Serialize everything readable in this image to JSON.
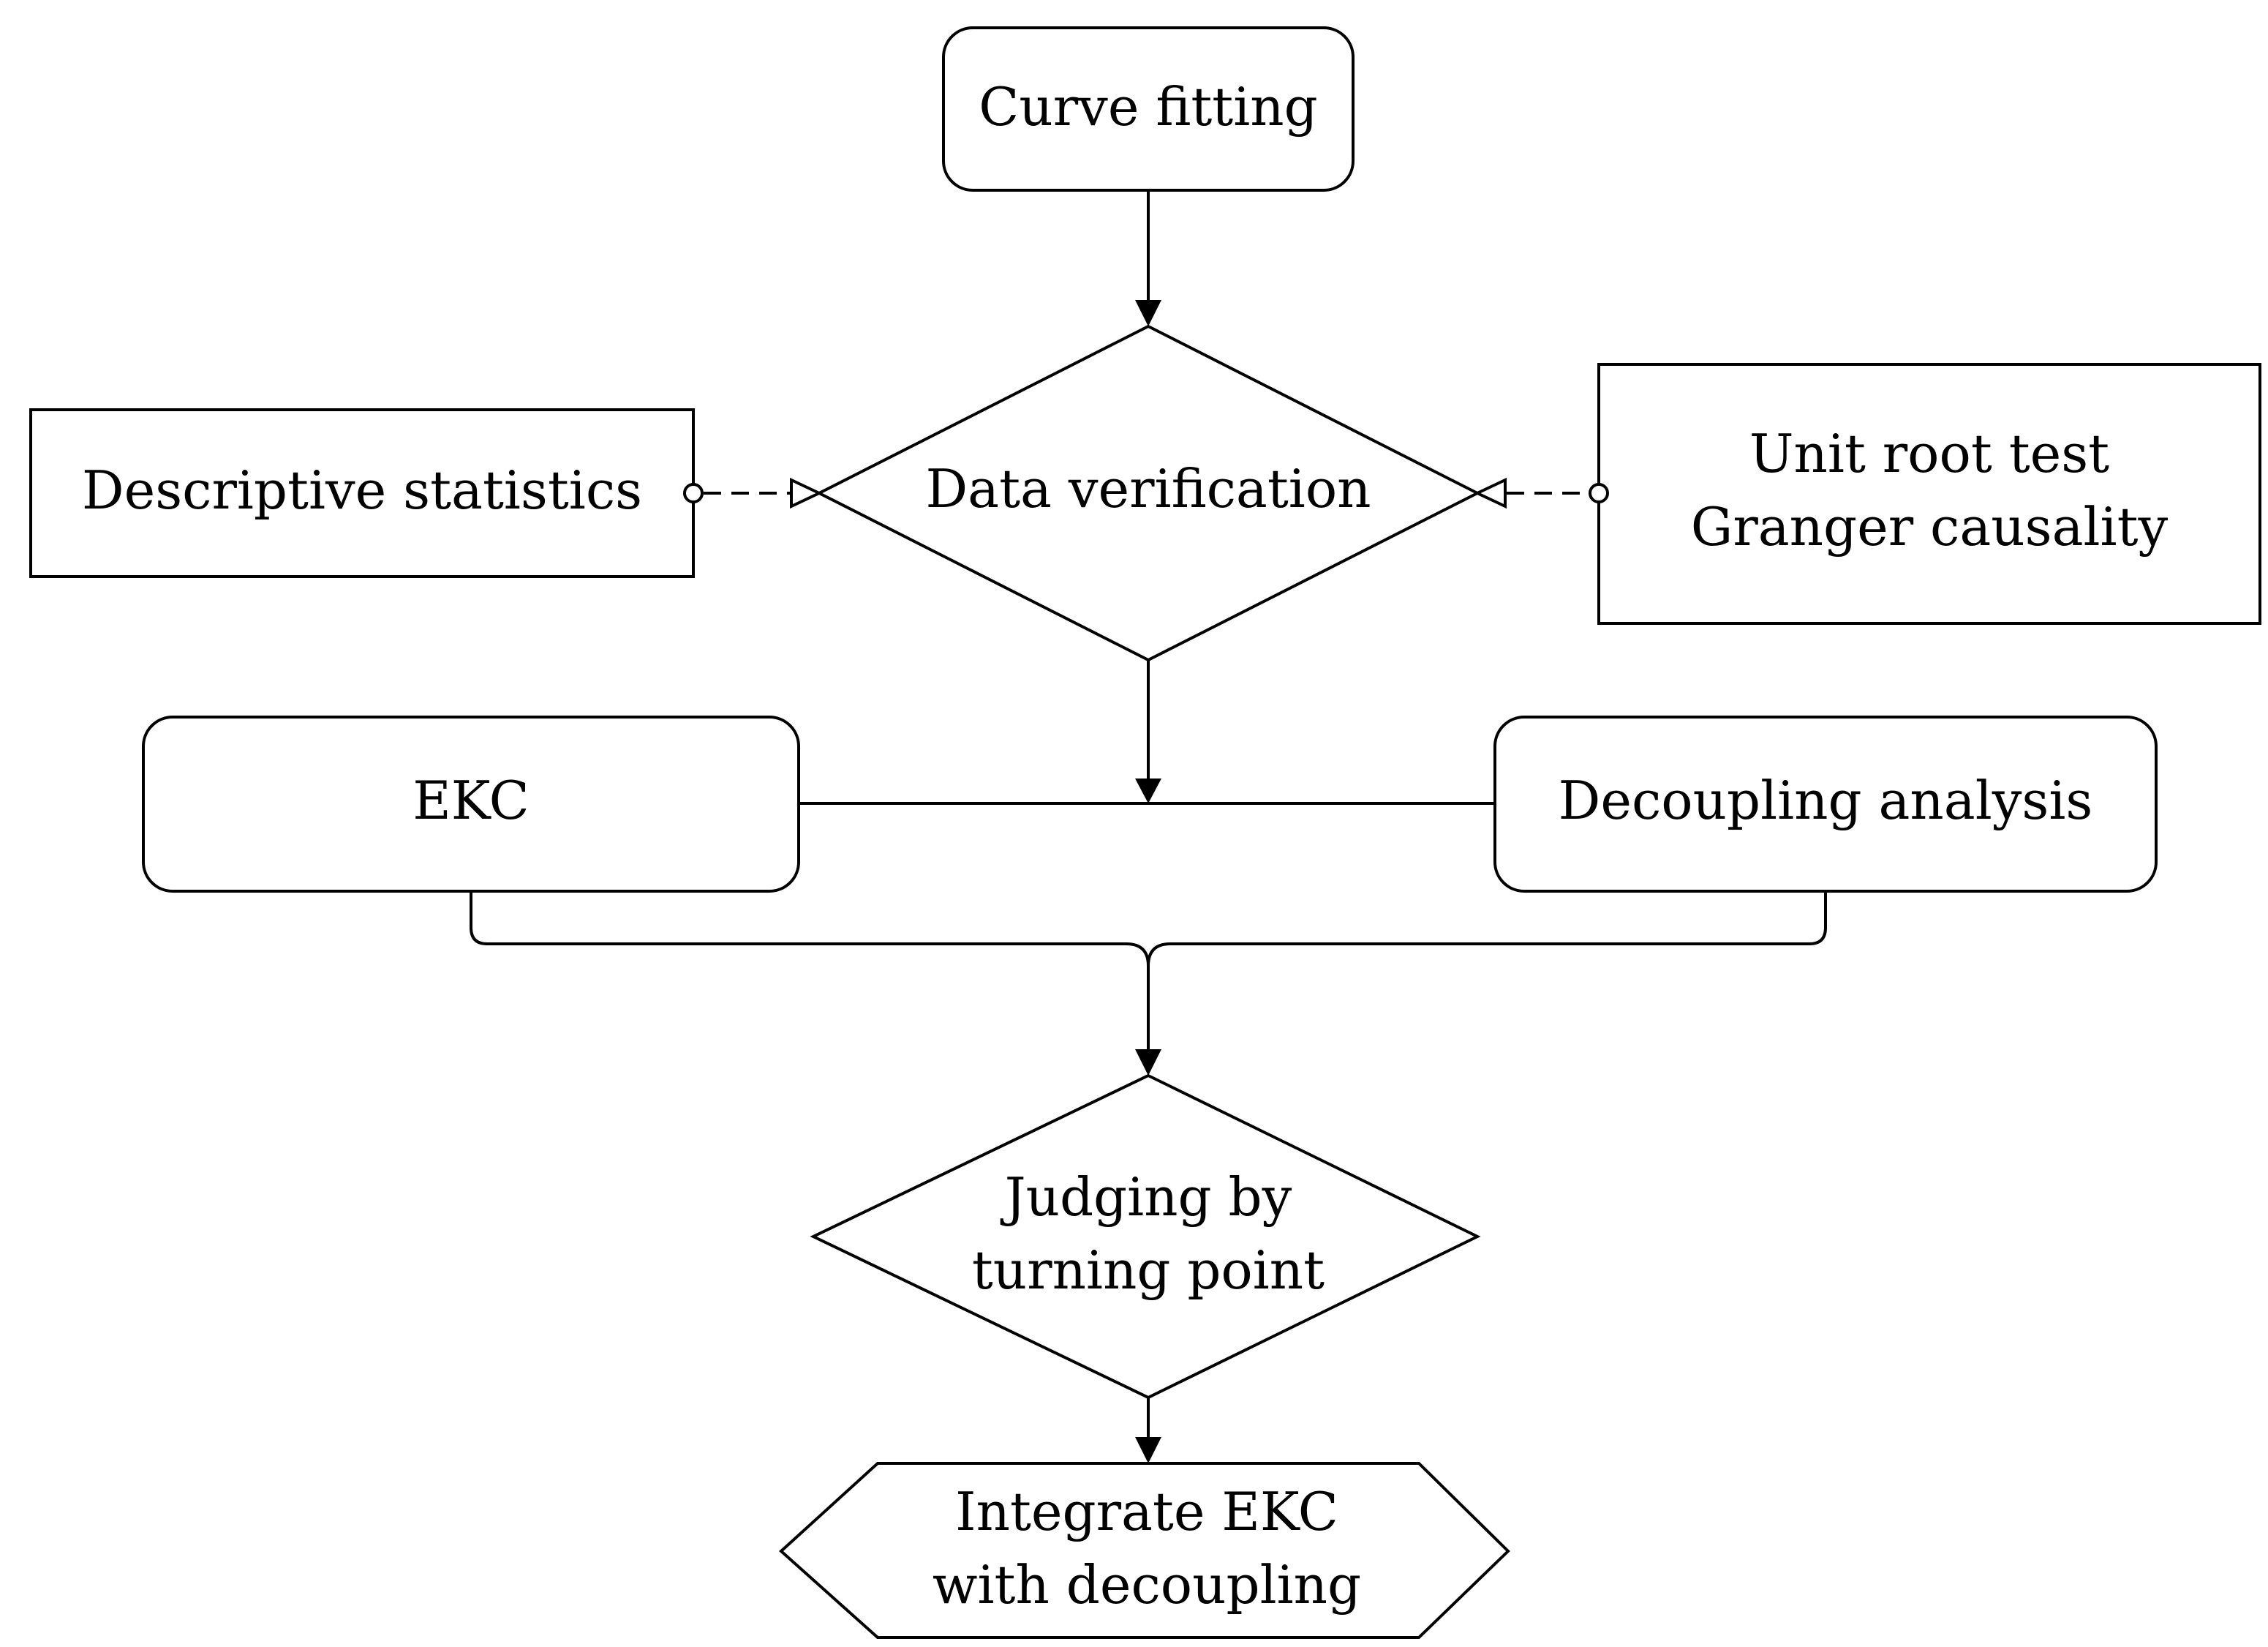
{
  "nodes": {
    "curve_fitting": "Curve fitting",
    "data_verification": "Data verification",
    "descriptive_statistics": "Descriptive statistics",
    "unit_root_test": "Unit root test",
    "granger_causality": "Granger causality",
    "ekc": "EKC",
    "decoupling_analysis": "Decoupling analysis",
    "judging_line1": "Judging by",
    "judging_line2": "turning point",
    "integrate_line1": "Integrate EKC",
    "integrate_line2": "with decoupling"
  }
}
